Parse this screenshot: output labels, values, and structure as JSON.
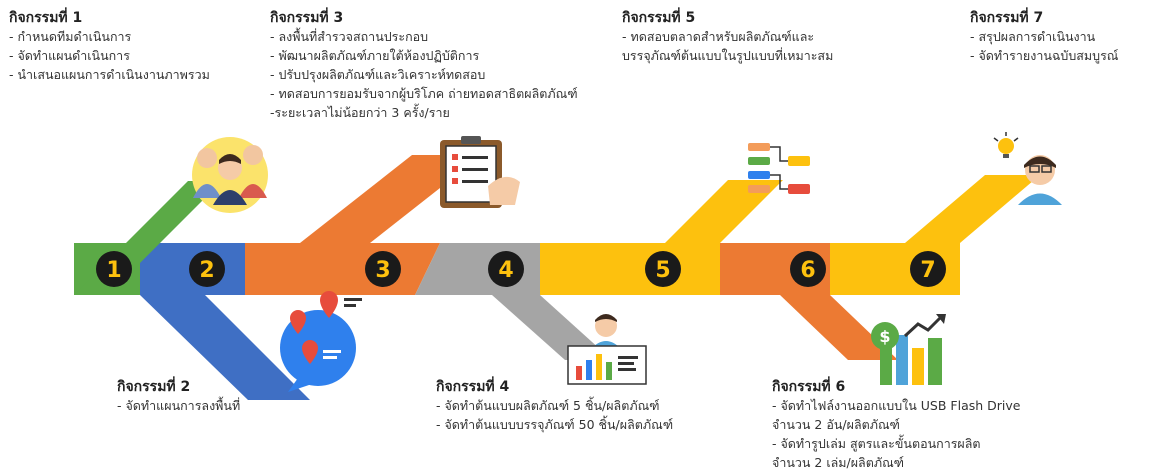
{
  "activities": [
    {
      "number": "1",
      "title": "กิจกรรมที่ 1",
      "items": [
        "- กำหนดทีมดำเนินการ",
        "- จัดทำแผนดำเนินการ",
        "- นำเสนอแผนการดำเนินงานภาพรวม"
      ]
    },
    {
      "number": "2",
      "title": "กิจกรรมที่ 2",
      "items": [
        "- จัดทำแผนการลงพื้นที่"
      ]
    },
    {
      "number": "3",
      "title": "กิจกรรมที่ 3",
      "items": [
        "- ลงพื้นที่สำรวจสถานประกอบ",
        "- พัฒนาผลิตภัณฑ์ภายใต้ห้องปฏิบัติการ",
        "- ปรับปรุงผลิตภัณฑ์และวิเคราะห์ทดสอบ",
        "- ทดสอบการยอมรับจากผู้บริโภค ถ่ายทอดสาธิตผลิตภัณฑ์",
        "-ระยะเวลาไม่น้อยกว่า 3 ครั้ง/ราย"
      ]
    },
    {
      "number": "4",
      "title": "กิจกรรมที่ 4",
      "items": [
        "- จัดทำต้นแบบผลิตภัณฑ์ 5 ชิ้น/ผลิตภัณฑ์",
        "- จัดทำต้นแบบบรรจุภัณฑ์ 50 ชิ้น/ผลิตภัณฑ์"
      ]
    },
    {
      "number": "5",
      "title": "กิจกรรมที่ 5",
      "items": [
        "- ทดสอบตลาดสำหรับผลิตภัณฑ์และ",
        "บรรจุภัณฑ์ต้นแบบในรูปแบบที่เหมาะสม"
      ]
    },
    {
      "number": "6",
      "title": "กิจกรรมที่ 6",
      "items": [
        "- จัดทำไฟล์งานออกแบบใน USB Flash Drive",
        "จำนวน 2 อัน/ผลิตภัณฑ์",
        "- จัดทำรูปเล่ม สูตรและขั้นตอนการผลิต",
        "จำนวน 2 เล่ม/ผลิตภัณฑ์"
      ]
    },
    {
      "number": "7",
      "title": "กิจกรรมที่ 7",
      "items": [
        "- สรุปผลการดำเนินงาน",
        "- จัดทำรายงานฉบับสมบูรณ์"
      ]
    }
  ],
  "colors": {
    "green": "#5BAA46",
    "blue": "#3F6FC4",
    "orange": "#EC7A33",
    "gray": "#A5A5A5",
    "yellow": "#FDC10E",
    "circle": "#1A1A1A"
  }
}
